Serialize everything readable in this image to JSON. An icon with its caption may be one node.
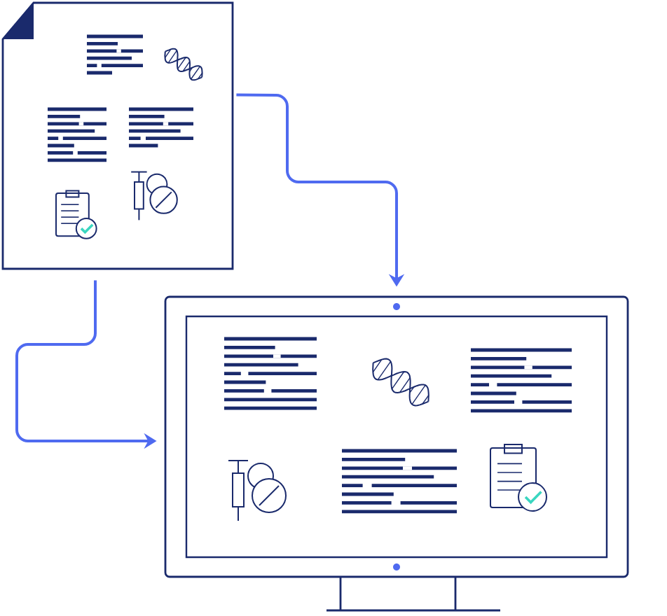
{
  "diagram": {
    "nodes": [
      {
        "text": [],
        "shape": "document"
      },
      {
        "text": [],
        "shape": "monitor"
      }
    ],
    "edges": [
      {
        "from": 0,
        "to": 1,
        "arrow": "to"
      },
      {
        "from": 0,
        "to": 1,
        "arrow": "to"
      }
    ]
  }
}
